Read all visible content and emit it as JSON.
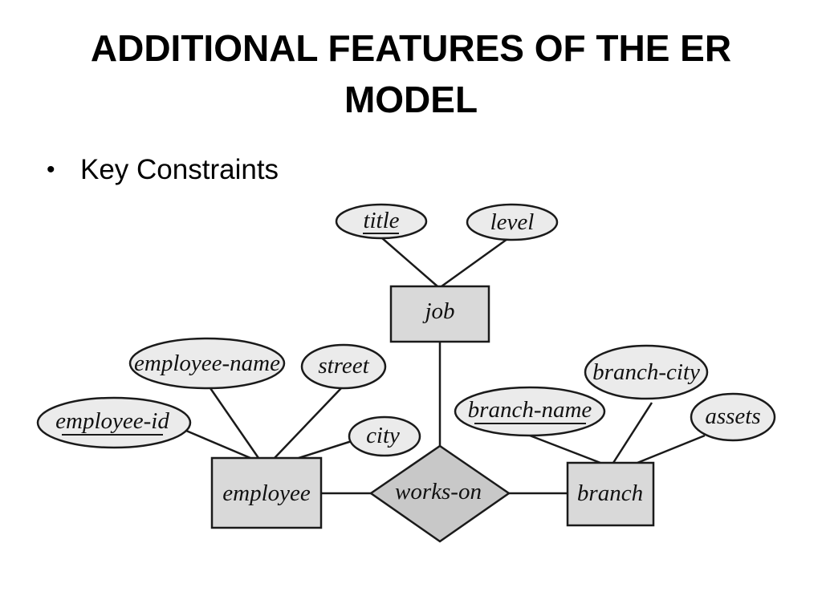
{
  "slide": {
    "title_line1": "ADDITIONAL FEATURES OF THE ER",
    "title_line2": "MODEL",
    "bullets": [
      "Key Constraints"
    ]
  },
  "diagram": {
    "entities": {
      "job": "job",
      "employee": "employee",
      "branch": "branch"
    },
    "relationships": {
      "works_on": "works-on"
    },
    "attributes": {
      "title": "title",
      "level": "level",
      "employee_name": "employee-name",
      "street": "street",
      "employee_id": "employee-id",
      "city": "city",
      "branch_name": "branch-name",
      "branch_city": "branch-city",
      "assets": "assets"
    },
    "key_attributes": [
      "title",
      "employee-id",
      "branch-name"
    ]
  }
}
